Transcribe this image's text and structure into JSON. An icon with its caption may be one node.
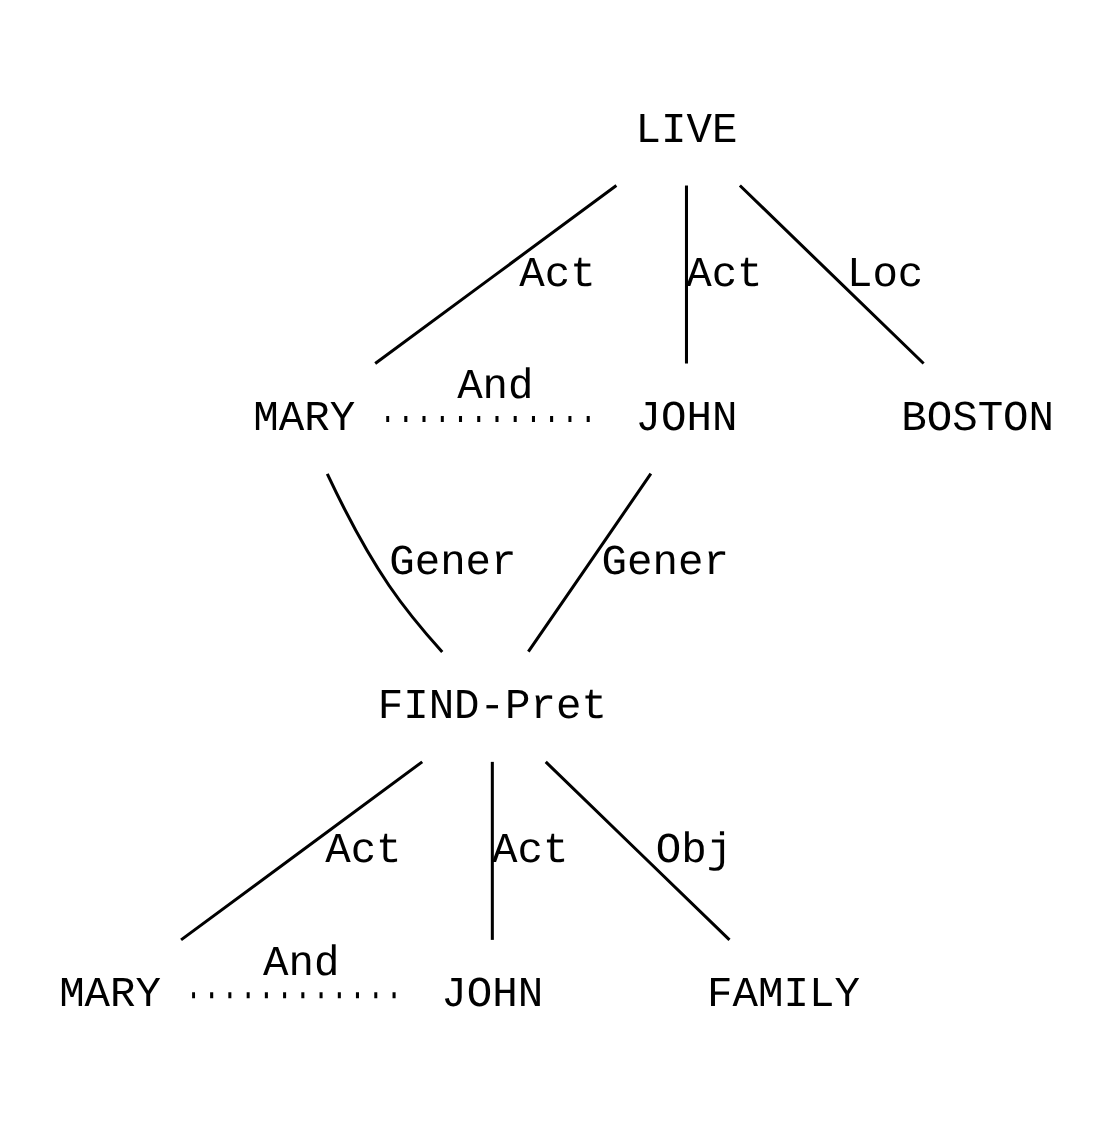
{
  "diagram": {
    "nodes": [
      {
        "text": [
          "LIVE"
        ]
      },
      {
        "text": [
          "MARY"
        ]
      },
      {
        "text": [
          "JOHN"
        ]
      },
      {
        "text": [
          "BOSTON"
        ]
      },
      {
        "text": [
          "FIND-Pret"
        ]
      },
      {
        "text": [
          "MARY"
        ]
      },
      {
        "text": [
          "JOHN"
        ]
      },
      {
        "text": [
          "FAMILY"
        ]
      }
    ],
    "edges": [
      {
        "from": 0,
        "to": 1,
        "arrow": "none",
        "label": "Act"
      },
      {
        "from": 0,
        "to": 2,
        "arrow": "none",
        "label": "Act"
      },
      {
        "from": 0,
        "to": 3,
        "arrow": "none",
        "label": "Loc"
      },
      {
        "from": 1,
        "to": 2,
        "arrow": "none",
        "label": "And",
        "style": "dashed"
      },
      {
        "from": 1,
        "to": 4,
        "arrow": "none",
        "label": "Gener"
      },
      {
        "from": 2,
        "to": 4,
        "arrow": "none",
        "label": "Gener"
      },
      {
        "from": 4,
        "to": 5,
        "arrow": "none",
        "label": "Act"
      },
      {
        "from": 4,
        "to": 6,
        "arrow": "none",
        "label": "Act"
      },
      {
        "from": 4,
        "to": 7,
        "arrow": "none",
        "label": "Obj"
      },
      {
        "from": 5,
        "to": 6,
        "arrow": "none",
        "label": "And",
        "style": "dashed"
      }
    ]
  }
}
